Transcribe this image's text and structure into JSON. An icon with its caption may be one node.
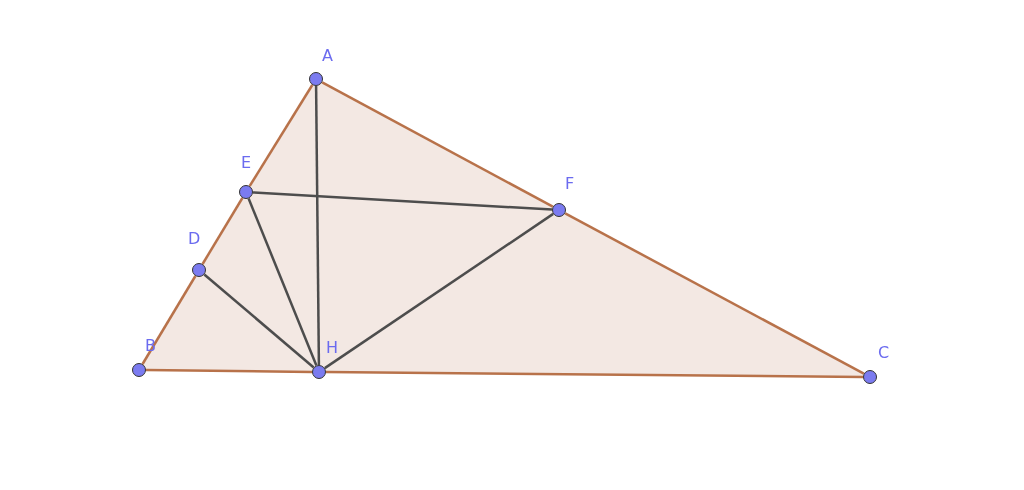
{
  "diagram": {
    "nodes": [
      {
        "text": [
          "A"
        ]
      },
      {
        "text": [
          "E"
        ]
      },
      {
        "text": [
          "F"
        ]
      },
      {
        "text": [
          "D"
        ]
      },
      {
        "text": [
          "B"
        ]
      },
      {
        "text": [
          "H"
        ]
      },
      {
        "text": [
          "C"
        ]
      }
    ],
    "edges": [
      {
        "from": 0,
        "to": 1,
        "arrow": "none"
      },
      {
        "from": 1,
        "to": 3,
        "arrow": "none"
      },
      {
        "from": 3,
        "to": 4,
        "arrow": "none"
      },
      {
        "from": 4,
        "to": 5,
        "arrow": "none"
      },
      {
        "from": 5,
        "to": 6,
        "arrow": "none"
      },
      {
        "from": 6,
        "to": 2,
        "arrow": "none"
      },
      {
        "from": 2,
        "to": 0,
        "arrow": "none"
      },
      {
        "from": 0,
        "to": 5,
        "arrow": "none",
        "color": "#4d4d4d"
      },
      {
        "from": 1,
        "to": 2,
        "arrow": "none",
        "color": "#4d4d4d"
      },
      {
        "from": 1,
        "to": 5,
        "arrow": "none",
        "color": "#4d4d4d"
      },
      {
        "from": 3,
        "to": 5,
        "arrow": "none",
        "color": "#4d4d4d"
      },
      {
        "from": 2,
        "to": 5,
        "arrow": "none",
        "color": "#4d4d4d"
      }
    ]
  }
}
